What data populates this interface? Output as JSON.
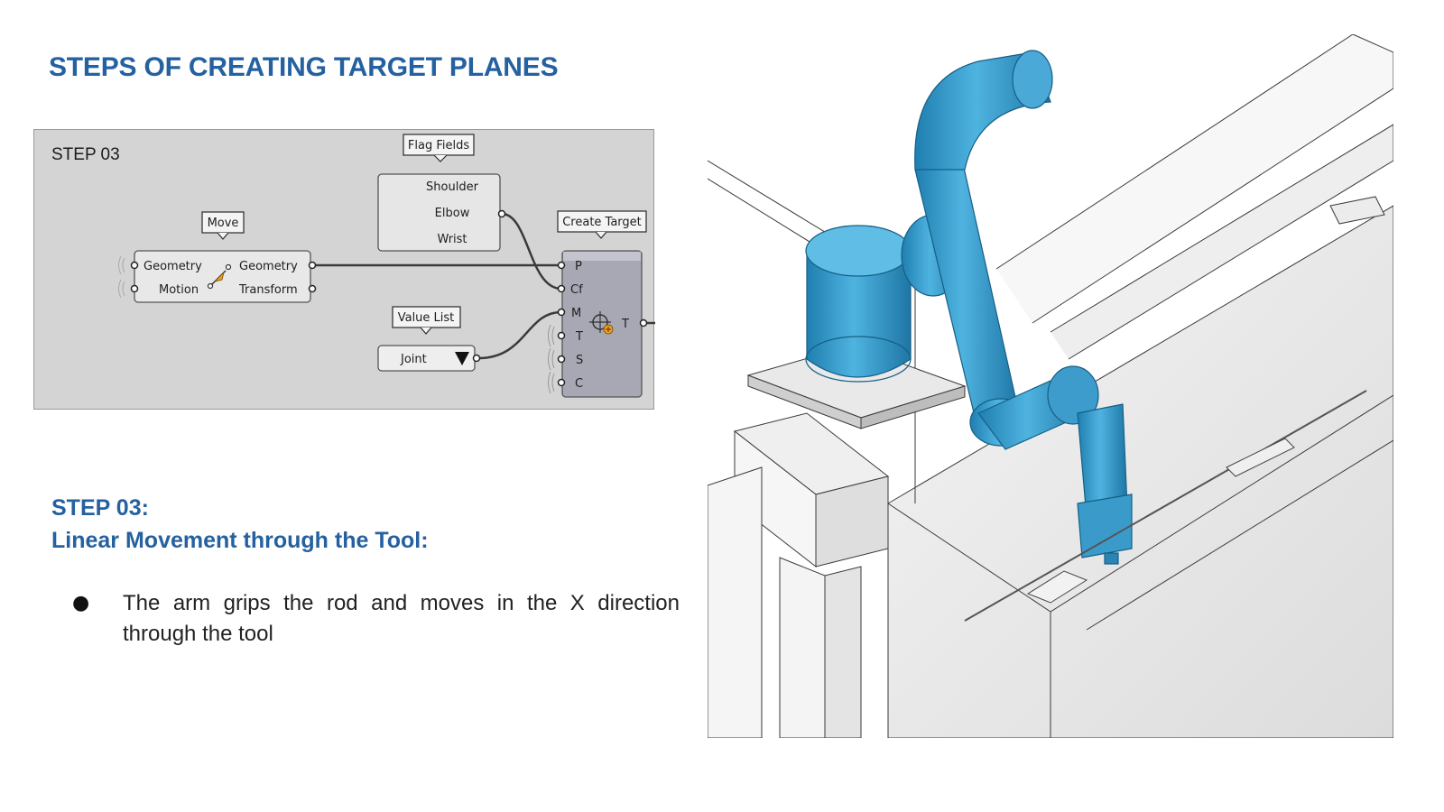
{
  "title": "STEPS OF CREATING TARGET PLANES",
  "canvas": {
    "step_label": "STEP 03",
    "components": {
      "flag_fields": {
        "tag": "Flag Fields",
        "items": [
          "Shoulder",
          "Elbow",
          "Wrist"
        ]
      },
      "move": {
        "tag": "Move",
        "inputs": [
          "Geometry",
          "Motion"
        ],
        "outputs": [
          "Geometry",
          "Transform"
        ]
      },
      "value_list": {
        "tag": "Value List",
        "selected": "Joint"
      },
      "create_target": {
        "tag": "Create Target",
        "inputs": [
          "P",
          "Cf",
          "M",
          "T",
          "S",
          "C"
        ],
        "output": "T"
      }
    }
  },
  "step": {
    "heading": "STEP 03:",
    "subheading": "Linear Movement through the Tool:",
    "bullets": [
      "The arm grips the rod and moves in the X direction through the tool"
    ]
  },
  "colors": {
    "title": "#2561a0",
    "robot": "#3b9ccc",
    "canvas": "#d4d4d4"
  }
}
